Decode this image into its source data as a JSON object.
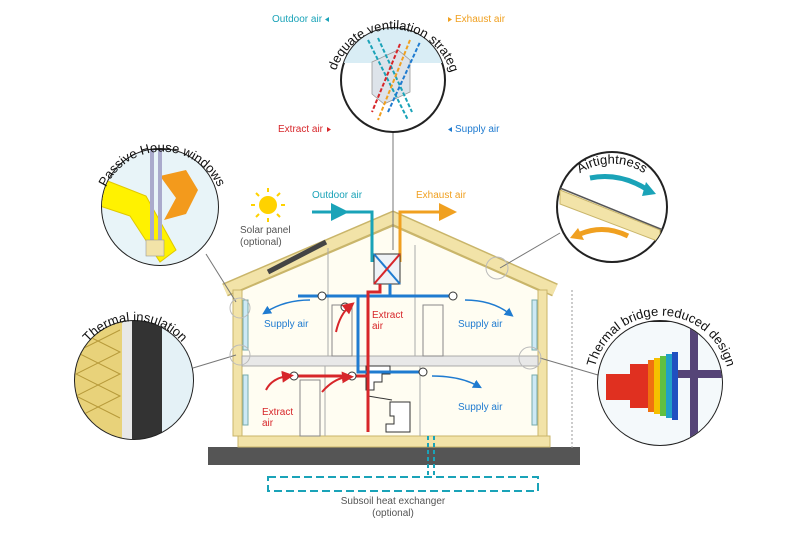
{
  "colors": {
    "outdoor": "#1aa3b8",
    "exhaust": "#f0a020",
    "extract": "#d7262a",
    "supply": "#1f7bd0",
    "wall": "#f2e3a8",
    "ground": "#555555"
  },
  "circles": {
    "ventilation": {
      "title": "Adequate ventilation strategy",
      "outdoor": "Outdoor air",
      "exhaust": "Exhaust air",
      "extract": "Extract air",
      "supply": "Supply air"
    },
    "windows": {
      "title": "Passive House windows"
    },
    "airtightness": {
      "title": "Airtightness"
    },
    "insulation": {
      "title": "Thermal insulation"
    },
    "thermal_bridge": {
      "title": "Thermal bridge reduced design"
    }
  },
  "house": {
    "solar_panel": "Solar panel",
    "solar_optional": "(optional)",
    "outdoor_air": "Outdoor air",
    "exhaust_air": "Exhaust air",
    "supply_air_upper_left": "Supply air",
    "supply_air_upper_right": "Supply air",
    "supply_air_lower_right": "Supply air",
    "extract_upper_1": "Extract",
    "extract_upper_2": "air",
    "extract_lower_1": "Extract",
    "extract_lower_2": "air",
    "subsoil": "Subsoil heat exchanger",
    "subsoil_optional": "(optional)"
  }
}
